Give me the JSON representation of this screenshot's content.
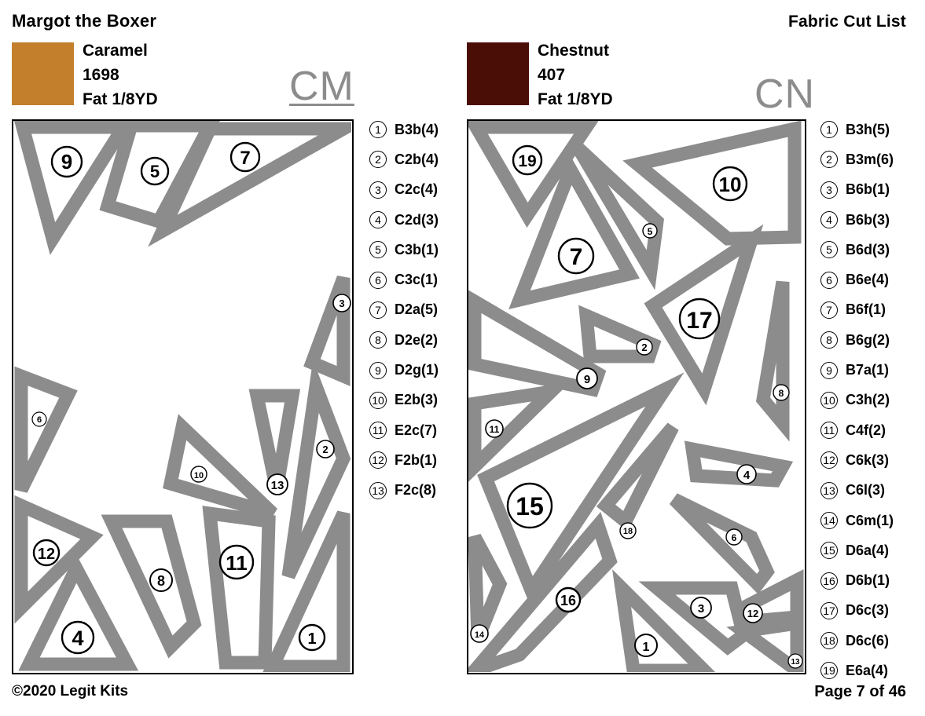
{
  "header": {
    "title": "Margot the Boxer",
    "doc_type": "Fabric Cut List"
  },
  "fabrics": [
    {
      "code": "CM",
      "name": "Caramel",
      "number": "1698",
      "size": "Fat 1/8YD",
      "color": "#C37F2C",
      "pieces": [
        {
          "n": "1",
          "label": "B3b(4)"
        },
        {
          "n": "2",
          "label": "C2b(4)"
        },
        {
          "n": "3",
          "label": "C2c(4)"
        },
        {
          "n": "4",
          "label": "C2d(3)"
        },
        {
          "n": "5",
          "label": "C3b(1)"
        },
        {
          "n": "6",
          "label": "C3c(1)"
        },
        {
          "n": "7",
          "label": "D2a(5)"
        },
        {
          "n": "8",
          "label": "D2e(2)"
        },
        {
          "n": "9",
          "label": "D2g(1)"
        },
        {
          "n": "10",
          "label": "E2b(3)"
        },
        {
          "n": "11",
          "label": "E2c(7)"
        },
        {
          "n": "12",
          "label": "F2b(1)"
        },
        {
          "n": "13",
          "label": "F2c(8)"
        }
      ]
    },
    {
      "code": "CN",
      "name": "Chestnut",
      "number": "407",
      "size": "Fat 1/8YD",
      "color": "#4A0E07",
      "pieces": [
        {
          "n": "1",
          "label": "B3h(5)"
        },
        {
          "n": "2",
          "label": "B3m(6)"
        },
        {
          "n": "3",
          "label": "B6b(1)"
        },
        {
          "n": "4",
          "label": "B6b(3)"
        },
        {
          "n": "5",
          "label": "B6d(3)"
        },
        {
          "n": "6",
          "label": "B6e(4)"
        },
        {
          "n": "7",
          "label": "B6f(1)"
        },
        {
          "n": "8",
          "label": "B6g(2)"
        },
        {
          "n": "9",
          "label": "B7a(1)"
        },
        {
          "n": "10",
          "label": "C3h(2)"
        },
        {
          "n": "11",
          "label": "C4f(2)"
        },
        {
          "n": "12",
          "label": "C6k(3)"
        },
        {
          "n": "13",
          "label": "C6l(3)"
        },
        {
          "n": "14",
          "label": "C6m(1)"
        },
        {
          "n": "15",
          "label": "D6a(4)"
        },
        {
          "n": "16",
          "label": "D6b(1)"
        },
        {
          "n": "17",
          "label": "D6c(3)"
        },
        {
          "n": "18",
          "label": "D6c(6)"
        },
        {
          "n": "19",
          "label": "E6a(4)"
        }
      ]
    }
  ],
  "footer": {
    "copyright": "©2020 Legit Kits",
    "page": "Page 7 of 46"
  },
  "colors": {
    "cut_line": "#8c8c8c",
    "ink": "#000000"
  }
}
